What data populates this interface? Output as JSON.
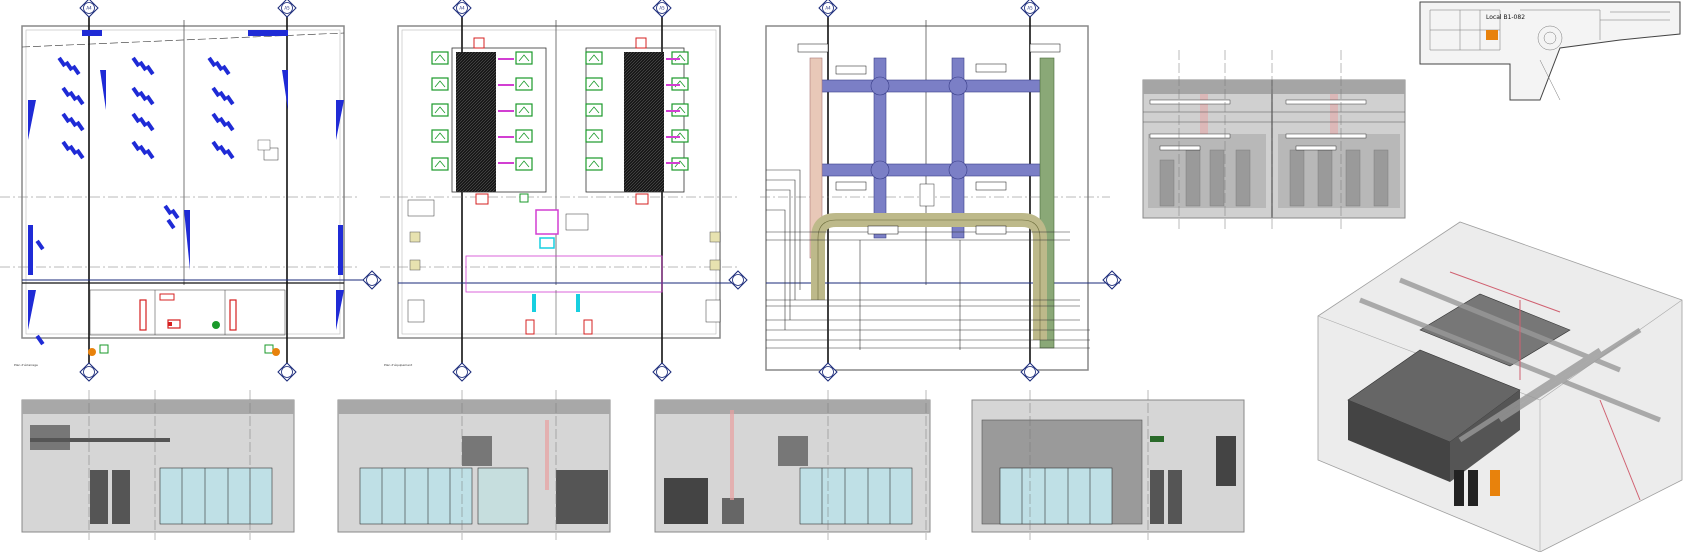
{
  "keymap": {
    "room_label": "Local B1-082"
  },
  "grid_bubbles": [
    "A4",
    "A5"
  ],
  "colors": {
    "lighting": "#1f2bd6",
    "equipment": "#1a9a2a",
    "fire": "#d62020",
    "hvac_blue": "#7b7fc6",
    "hvac_green": "#8aa877",
    "hvac_olive": "#bdb98a",
    "pink_duct": "#e8a79a",
    "magenta": "#d23fd2",
    "cyan": "#17cfe0",
    "section_grey": "#c9c9c9",
    "keymap_orange": "#e8820c"
  }
}
